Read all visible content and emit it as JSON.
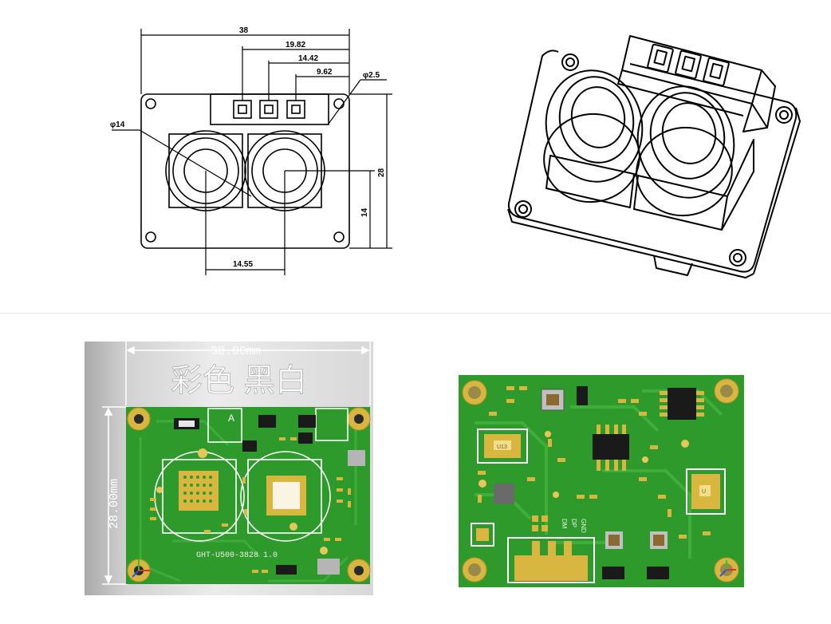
{
  "drawing": {
    "dims": {
      "total_width": "38",
      "d1": "19.82",
      "d2": "14.42",
      "d3": "9.62",
      "hole": "φ2.5",
      "lens": "φ14",
      "height": "28",
      "center_height": "14",
      "lens_pitch": "14.55"
    }
  },
  "pcb_left": {
    "width_label": "38.00mm",
    "height_label": "28.00mm",
    "title": "彩色 黑白",
    "silk": "GHT-U500-3828 1.0",
    "silk_a": "A"
  },
  "pcb_right": {
    "chip_label_1": "U13",
    "chip_label_2": "U",
    "pin_labels": [
      "DM",
      "DP",
      "GND"
    ]
  },
  "colors": {
    "board_green": "#2e9a2c",
    "trace_green": "#3fae3a",
    "gold": "#d9b640",
    "line": "#000000"
  }
}
